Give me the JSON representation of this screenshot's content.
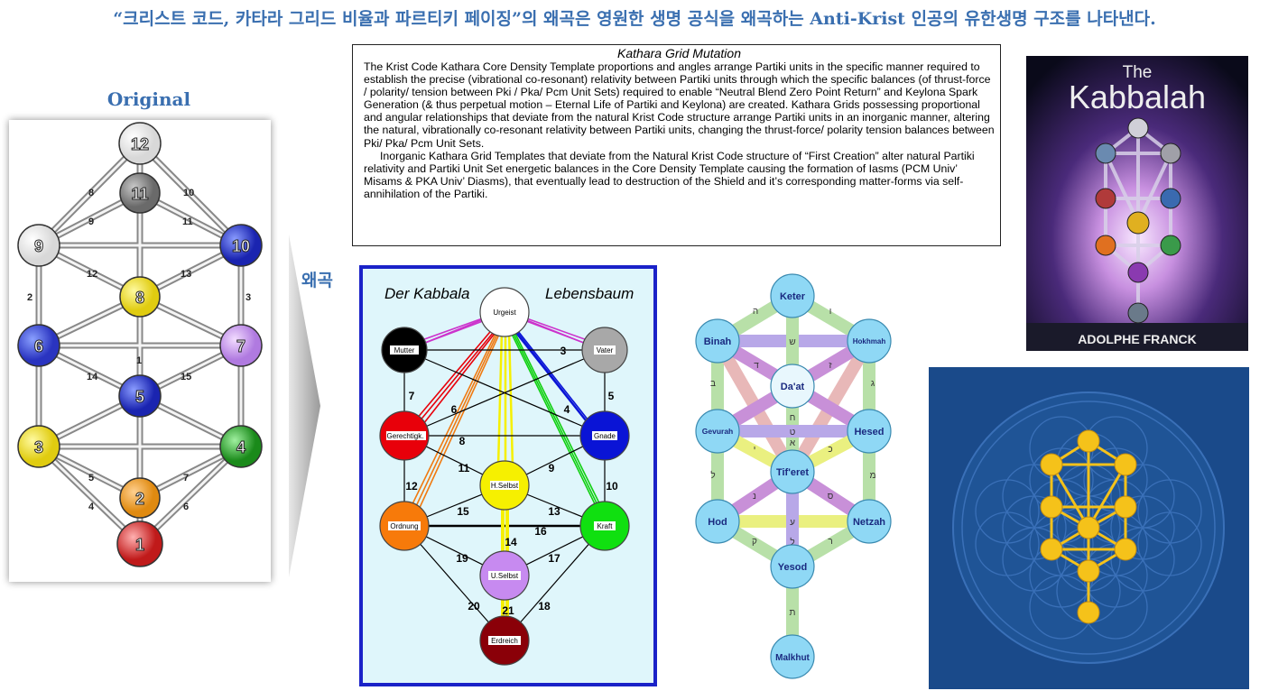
{
  "header": {
    "title": "“크리스트 코드, 카타라 그리드 비율과 파르티키 페이징”의 왜곡은 영원한 생명 공식을 왜곡하는 Anti-Krist 인공의 유한생명 구조를 나타낸다.",
    "original_label": "Original",
    "warp_label": "왜곡"
  },
  "original_tree": {
    "nodes": [
      "12",
      "11",
      "10",
      "9",
      "8",
      "7",
      "6",
      "5",
      "4",
      "3",
      "2",
      "1"
    ],
    "edge_labels": [
      "8",
      "10",
      "9",
      "11",
      "12",
      "13",
      "2",
      "3",
      "1",
      "14",
      "15",
      "5",
      "7",
      "4",
      "6"
    ]
  },
  "mutation_text": {
    "title": "Kathara Grid Mutation",
    "paragraphs": [
      "The Krist Code Kathara Core Density Template proportions and angles arrange Partiki units in the specific manner required to establish the precise (vibrational co-resonant) relativity between Partiki units through which the specific balances (of thrust-force / polarity/  tension between Pki / Pka/ Pcm Unit Sets) required to enable “Neutral Blend Zero Point Return” and Keylona Spark Generation (& thus perpetual motion – Eternal Life of Partiki and Keylona) are created.  Kathara Grids possessing proportional and angular relationships that deviate from the natural Krist Code structure arrange Partiki units in an inorganic manner, altering the natural, vibrationally co-resonant relativity between Partiki units, changing the thrust-force/ polarity tension balances between Pki/ Pka/ Pcm Unit Sets.",
      "Inorganic Kathara Grid Templates that deviate from the Natural Krist Code structure of “First Creation” alter natural Partiki relativity and Partiki Unit Set energetic balances in the Core Density Template causing the formation of Iasms (PCM Univ’ Misams & PKA Univ’ Diasms), that eventually lead to destruction of the Shield and it’s corresponding matter-forms via self-annihilation of the Partiki."
    ]
  },
  "kabbala_chart": {
    "title_left": "Der Kabbala",
    "title_right": "Lebensbaum",
    "nodes": [
      "Urgeist",
      "Mutter",
      "Vater",
      "Gerechtigk.",
      "Gnade",
      "H.Selbst",
      "Ordnung",
      "Kraft",
      "U.Selbst",
      "Erdreich"
    ],
    "path_numbers": [
      "3",
      "6",
      "4",
      "7",
      "5",
      "8",
      "11",
      "9",
      "12",
      "10",
      "15",
      "13",
      "16",
      "14",
      "19",
      "17",
      "20",
      "21",
      "18"
    ],
    "colors": {
      "black": "#000000",
      "gray": "#a8a8a8",
      "red": "#e8000a",
      "blue": "#0a14d6",
      "yellow": "#f6f000",
      "orange": "#f77a0a",
      "green": "#10e010",
      "violet": "#c78af0",
      "maroon": "#8a0008",
      "white": "#ffffff"
    }
  },
  "sephirot_tree": {
    "nodes": [
      "Keter",
      "Binah",
      "Hokhmah",
      "Da'at",
      "Gevurah",
      "Hesed",
      "Tif'eret",
      "Hod",
      "Netzah",
      "Yesod",
      "Malkhut"
    ],
    "hebrew_letters": [
      "ה",
      "ו",
      "ש",
      "ב",
      "ג",
      "ד",
      "ז",
      "ח",
      "ט",
      "י",
      "כ",
      "ל",
      "מ",
      "נ",
      "ס",
      "ע",
      "פ",
      "צ",
      "ק",
      "ר",
      "ת",
      "א",
      "ל"
    ]
  },
  "book_cover": {
    "title_small": "The",
    "title_large": "Kabbalah",
    "author": "ADOLPHE FRANCK"
  },
  "flower_of_life": {
    "background": "#1a4a8a",
    "node_color": "#f5c21a"
  }
}
